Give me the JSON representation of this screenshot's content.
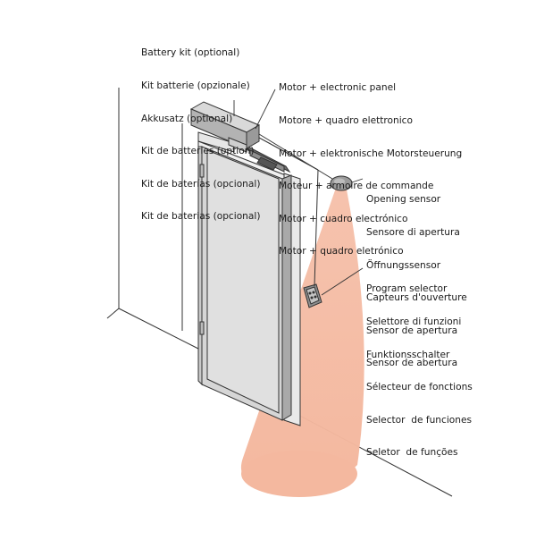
{
  "callouts": {
    "battery_kit": {
      "lines": [
        "Battery kit (optional)",
        "Kit batterie (opzionale)",
        "Akkusatz (optional)",
        "Kit de batteries (option)",
        "Kit de baterías (opcional)",
        "Kit de baterias (opcional)"
      ]
    },
    "motor": {
      "lines": [
        "Motor + electronic panel",
        "Motore + quadro elettronico",
        "Motor + elektronische Motorsteuerung",
        "Moteur + armoire de commande",
        "Motor + cuadro electrónico",
        "Motor + quadro eletrónico"
      ]
    },
    "opening_sensor": {
      "lines": [
        "Opening sensor",
        "Sensore di apertura",
        "Öffnungssensor",
        "Capteurs d'ouverture",
        "Sensor de apertura",
        "Sensor de abertura"
      ]
    },
    "program_selector": {
      "lines": [
        "Program selector",
        "Selettore di funzioni",
        "Funktionsschalter",
        "Sélecteur de fonctions",
        "Selector  de funciones",
        "Seletor  de funções"
      ]
    }
  },
  "colors": {
    "line": "#333333",
    "door": "#d8d8d8",
    "operator": "#bdbdbd",
    "sensor_beam": "#f4b89f"
  },
  "icons": {
    "opening_sensor": "dome-sensor-icon",
    "program_selector": "keypad-icon"
  }
}
